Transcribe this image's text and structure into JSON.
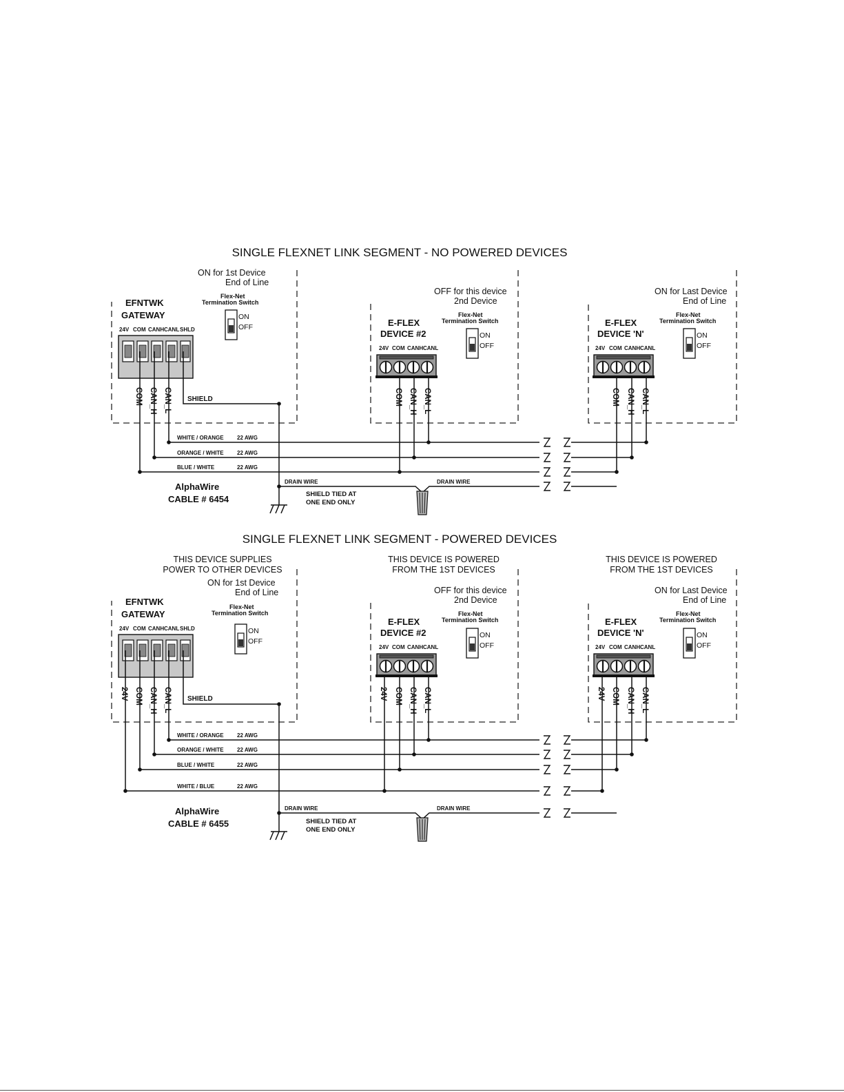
{
  "diagrams": [
    {
      "title": "SINGLE FLEXNET LINK SEGMENT - NO POWERED DEVICES",
      "gateway": {
        "name_line1": "EFNTWK",
        "name_line2": "GATEWAY",
        "pins": [
          "24V",
          "COM",
          "CANH",
          "CANL",
          "SHLD"
        ],
        "wire_labels": [
          "COM",
          "CAN_H",
          "CAN_L"
        ],
        "shield_label": "SHIELD",
        "note_line1": "ON for 1st Device",
        "note_line2": "End of Line"
      },
      "device2": {
        "name_line1": "E-FLEX",
        "name_line2": "DEVICE #2",
        "pins": [
          "24V",
          "COM",
          "CANH",
          "CANL"
        ],
        "wire_labels": [
          "COM",
          "CAN_H",
          "CAN_L"
        ],
        "note_line1": "OFF for this device",
        "note_line2": "2nd Device"
      },
      "deviceN": {
        "name_line1": "E-FLEX",
        "name_line2": "DEVICE 'N'",
        "pins": [
          "24V",
          "COM",
          "CANH",
          "CANL"
        ],
        "wire_labels": [
          "COM",
          "CAN_H",
          "CAN_L"
        ],
        "note_line1": "ON for Last Device",
        "note_line2": "End of Line"
      },
      "cable": [
        {
          "color": "WHITE / ORANGE",
          "gauge": "22 AWG"
        },
        {
          "color": "ORANGE / WHITE",
          "gauge": "22 AWG"
        },
        {
          "color": "BLUE / WHITE",
          "gauge": "22 AWG"
        }
      ],
      "cable_name_line1": "AlphaWire",
      "cable_name_line2": "CABLE # 6454",
      "drain_left": "DRAIN WIRE",
      "drain_right": "DRAIN WIRE",
      "shield_note_line1": "SHIELD TIED AT",
      "shield_note_line2": "ONE END ONLY"
    },
    {
      "title": "SINGLE FLEXNET LINK SEGMENT - POWERED DEVICES",
      "gateway": {
        "name_line1": "EFNTWK",
        "name_line2": "GATEWAY",
        "pins": [
          "24V",
          "COM",
          "CANH",
          "CANL",
          "SHLD"
        ],
        "wire_labels": [
          "24V",
          "COM",
          "CAN_H",
          "CAN_L"
        ],
        "shield_label": "SHIELD",
        "note_line1": "ON for 1st Device",
        "note_line2": "End of Line",
        "header_line1": "THIS DEVICE SUPPLIES",
        "header_line2": "POWER TO OTHER DEVICES"
      },
      "device2": {
        "name_line1": "E-FLEX",
        "name_line2": "DEVICE #2",
        "pins": [
          "24V",
          "COM",
          "CANH",
          "CANL"
        ],
        "wire_labels": [
          "24V",
          "COM",
          "CAN_H",
          "CAN_L"
        ],
        "note_line1": "OFF for this device",
        "note_line2": "2nd Device",
        "header_line1": "THIS DEVICE IS POWERED",
        "header_line2": "FROM THE 1ST DEVICES"
      },
      "deviceN": {
        "name_line1": "E-FLEX",
        "name_line2": "DEVICE 'N'",
        "pins": [
          "24V",
          "COM",
          "CANH",
          "CANL"
        ],
        "wire_labels": [
          "24V",
          "COM",
          "CAN_H",
          "CAN_L"
        ],
        "note_line1": "ON for Last Device",
        "note_line2": "End of Line",
        "header_line1": "THIS DEVICE IS POWERED",
        "header_line2": "FROM THE 1ST DEVICES"
      },
      "cable": [
        {
          "color": "WHITE / ORANGE",
          "gauge": "22 AWG"
        },
        {
          "color": "ORANGE / WHITE",
          "gauge": "22 AWG"
        },
        {
          "color": "BLUE / WHITE",
          "gauge": "22 AWG"
        },
        {
          "color": "WHITE / BLUE",
          "gauge": "22 AWG"
        }
      ],
      "cable_name_line1": "AlphaWire",
      "cable_name_line2": "CABLE # 6455",
      "drain_left": "DRAIN WIRE",
      "drain_right": "DRAIN WIRE",
      "shield_note_line1": "SHIELD TIED AT",
      "shield_note_line2": "ONE END ONLY"
    }
  ],
  "switch": {
    "title_line1": "Flex-Net",
    "title_line2": "Termination Switch",
    "on_label": "ON",
    "off_label": "OFF"
  },
  "colors": {
    "ink": "#111111",
    "gateway_fill": "#c8c8c8",
    "connector_fill": "#9a9a9a"
  }
}
